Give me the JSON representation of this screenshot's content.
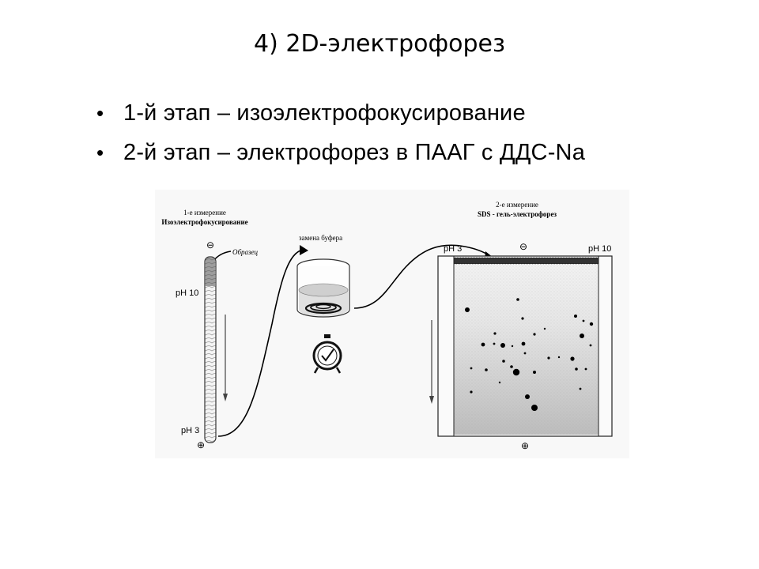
{
  "title": "4) 2D-электрофорез",
  "bullets": [
    "1-й этап – изоэлектрофокусирование",
    "2-й этап – электрофорез в ПААГ с ДДС-Na"
  ],
  "figure": {
    "first_dim_title": "1-е измерение",
    "first_dim_subtitle": "Изоэлектрофокусирование",
    "sample_label": "Образец",
    "ph_top_tube": "pH 10",
    "ph_bottom_tube": "pH 3",
    "buffer_label": "замена буфера",
    "second_dim_title": "2-е измерение",
    "second_dim_subtitle": "SDS - гель-электрофорез",
    "gel_ph_left": "pH 3",
    "gel_ph_right": "pH 10",
    "minus_symbol": "⊖",
    "plus_symbol": "⊕"
  }
}
